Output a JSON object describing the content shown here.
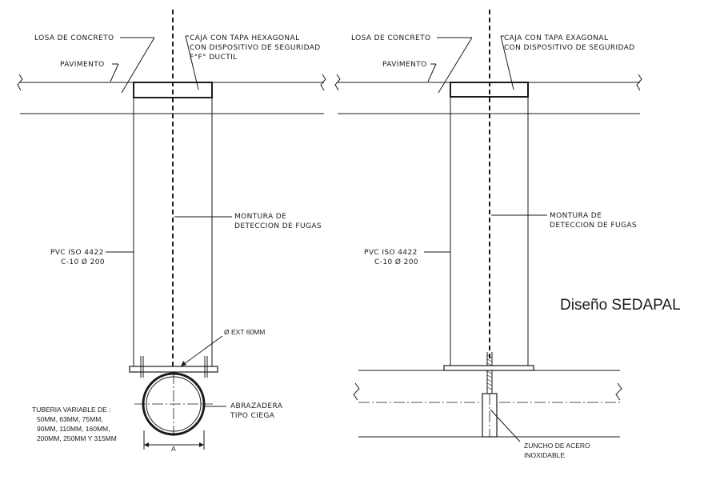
{
  "left_detail": {
    "losa": "LOSA DE CONCRETO",
    "pavimento": "PAVIMENTO",
    "caja_lines": [
      "CAJA CON TAPA HEXAGONAL",
      "CON DISPOSITIVO DE SEGURIDAD",
      "F°F° DUCTIL"
    ],
    "montura_lines": [
      "MONTURA DE",
      "DETECCION DE FUGAS"
    ],
    "pvc_lines": [
      "PVC ISO 4422",
      "C-10  Ø 200"
    ],
    "diam_ext": "Ø EXT 60MM",
    "abrazadera_lines": [
      "ABRAZADERA",
      "TIPO CIEGA"
    ],
    "tuberia_lines": [
      "TUBERIA VARIABLE DE :",
      "50MM, 63MM, 75MM,",
      "90MM, 110MM, 160MM,",
      "200MM, 250MM  Y 315MM"
    ],
    "dim_a": "A"
  },
  "right_detail": {
    "losa": "LOSA DE CONCRETO",
    "pavimento": "PAVIMENTO",
    "caja_lines": [
      "CAJA CON TAPA EXAGONAL",
      "CON DISPOSITIVO DE SEGURIDAD"
    ],
    "montura_lines": [
      "MONTURA DE",
      "DETECCION DE FUGAS"
    ],
    "pvc_lines": [
      "PVC ISO 4422",
      "C-10  Ø 200"
    ],
    "zuncho_lines": [
      "ZUNCHO DE ACERO",
      "INOXIDABLE"
    ]
  },
  "caption": "Diseño SEDAPAL"
}
